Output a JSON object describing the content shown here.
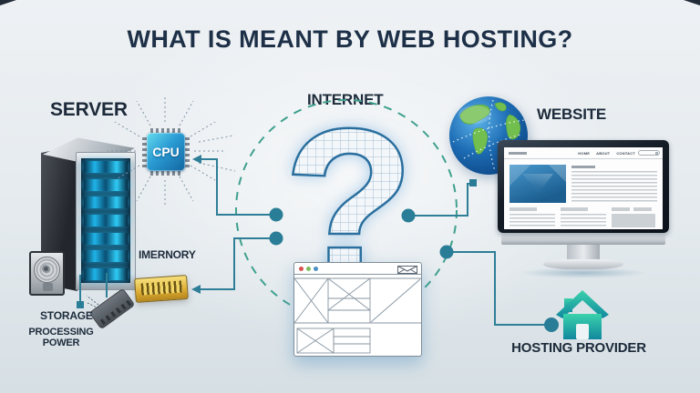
{
  "title": "WHAT IS MEANT BY WEB HOSTING?",
  "sections": {
    "server": {
      "label": "SERVER",
      "cpu_label": "CPU",
      "memory_label": "IMERNORY",
      "storage_label": "STORAGE",
      "processing_line1": "PROCESSING",
      "processing_line2": "POWER"
    },
    "internet": {
      "label": "INTERNET",
      "question_mark": "?"
    },
    "website": {
      "label": "WEBSITE",
      "monitor_nav": [
        "HOME",
        "ABOUT",
        "CONTACT"
      ]
    },
    "hosting": {
      "label": "HOSTING PROVIDER"
    }
  },
  "colors": {
    "accent_teal": "#2a7d97",
    "dashed_circle": "#3fa08e",
    "title_text": "#1d3047",
    "cpu_teal": "#2a9cd4",
    "memory_gold": "#dcab31",
    "house_teal": "#27b39b",
    "globe_ocean": "#1565b0",
    "globe_land": "#72bf4f"
  }
}
